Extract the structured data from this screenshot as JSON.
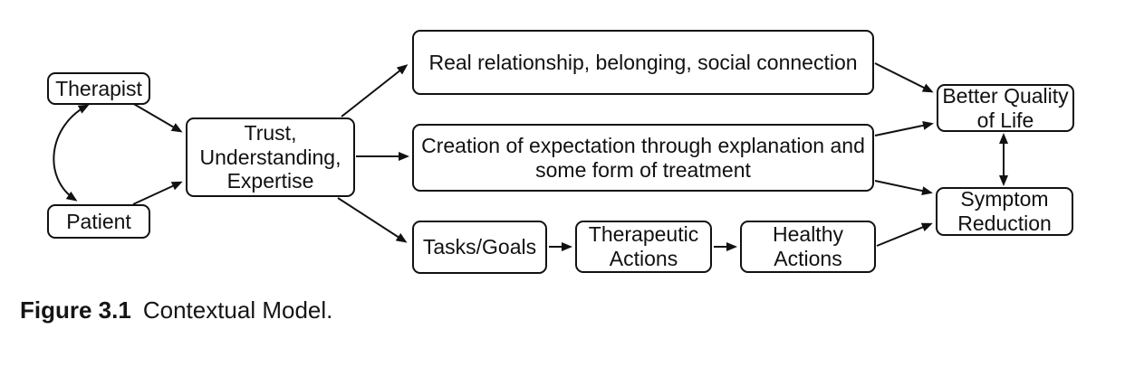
{
  "figure": {
    "caption_label": "Figure 3.1",
    "caption_text": "Contextual Model."
  },
  "diagram": {
    "nodes": {
      "therapist": "Therapist",
      "patient": "Patient",
      "trust": "Trust,\nUnderstanding,\nExpertise",
      "real_relationship": "Real relationship, belonging, social connection",
      "expectation": "Creation of expectation through explanation and\nsome form of treatment",
      "tasks_goals": "Tasks/Goals",
      "therapeutic_actions": "Therapeutic\nActions",
      "healthy_actions": "Healthy\nActions",
      "better_quality": "Better Quality\nof Life",
      "symptom_reduction": "Symptom\nReduction"
    },
    "edges": [
      {
        "from": "therapist",
        "to": "patient",
        "bidirectional": true,
        "style": "curved"
      },
      {
        "from": "therapist",
        "to": "trust",
        "bidirectional": false,
        "style": "straight"
      },
      {
        "from": "patient",
        "to": "trust",
        "bidirectional": false,
        "style": "straight"
      },
      {
        "from": "trust",
        "to": "real_relationship",
        "bidirectional": false,
        "style": "straight"
      },
      {
        "from": "trust",
        "to": "expectation",
        "bidirectional": false,
        "style": "straight"
      },
      {
        "from": "trust",
        "to": "tasks_goals",
        "bidirectional": false,
        "style": "straight"
      },
      {
        "from": "tasks_goals",
        "to": "therapeutic_actions",
        "bidirectional": false,
        "style": "straight"
      },
      {
        "from": "therapeutic_actions",
        "to": "healthy_actions",
        "bidirectional": false,
        "style": "straight"
      },
      {
        "from": "real_relationship",
        "to": "better_quality",
        "bidirectional": false,
        "style": "straight"
      },
      {
        "from": "expectation",
        "to": "better_quality",
        "bidirectional": false,
        "style": "straight"
      },
      {
        "from": "expectation",
        "to": "symptom_reduction",
        "bidirectional": false,
        "style": "straight"
      },
      {
        "from": "healthy_actions",
        "to": "symptom_reduction",
        "bidirectional": false,
        "style": "straight"
      },
      {
        "from": "better_quality",
        "to": "symptom_reduction",
        "bidirectional": true,
        "style": "straight"
      }
    ],
    "colors": {
      "line": "#111111",
      "background": "#ffffff",
      "box_fill": "#ffffff"
    }
  }
}
